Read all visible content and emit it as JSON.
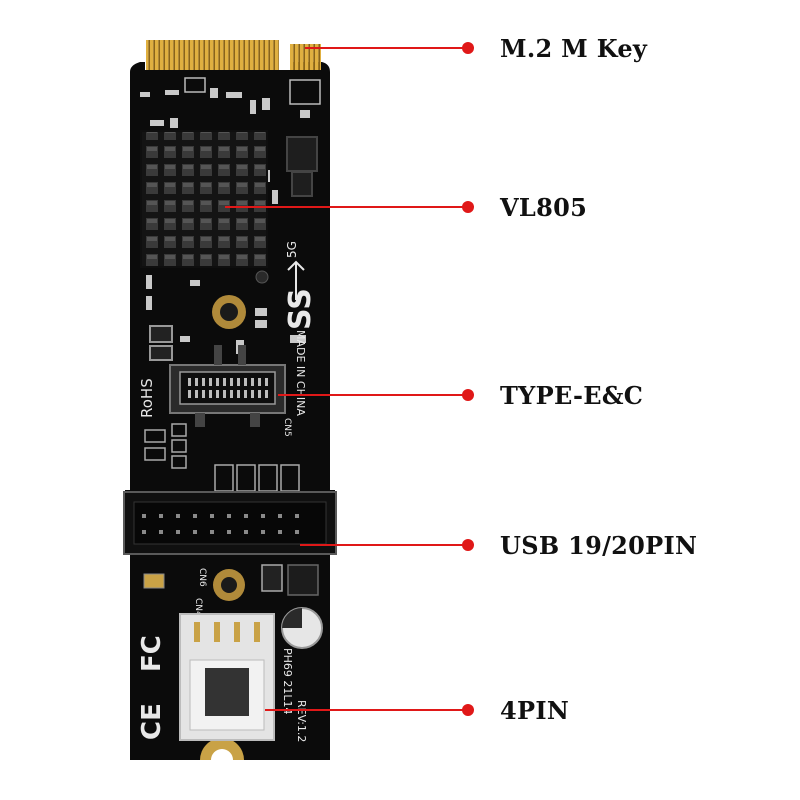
{
  "callouts": [
    {
      "id": "m2",
      "label": "M.2  M Key"
    },
    {
      "id": "vl805",
      "label": "VL805"
    },
    {
      "id": "typee",
      "label": "TYPE-E&C"
    },
    {
      "id": "usb",
      "label": "USB 19/20PIN"
    },
    {
      "id": "fan",
      "label": "4PIN"
    }
  ],
  "board": {
    "silkscreen": {
      "rohs": "RoHS",
      "made_in": "MADE IN CHINA",
      "ss_logo": "SS",
      "speed": "5G",
      "model": "PH69  21L14",
      "rev": "REV:1.2",
      "cn5": "CN5",
      "cn6": "CN6",
      "cn4": "CN4",
      "fc": "FC",
      "ce": "CE"
    },
    "colors": {
      "pcb": "#0b0b0b",
      "gold": "#d4a43a",
      "callout_line": "#e01818"
    }
  }
}
